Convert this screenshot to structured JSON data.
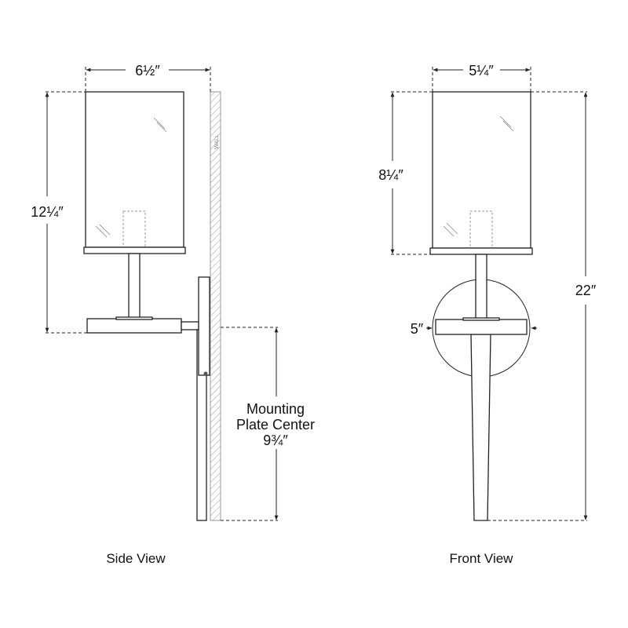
{
  "side_view": {
    "label": "Side View",
    "width_dim": "6½″",
    "height_dim": "12¼″",
    "wall_label": "WALL",
    "mount_line1": "Mounting",
    "mount_line2": "Plate Center",
    "mount_dim": "9¾″"
  },
  "front_view": {
    "label": "Front View",
    "width_dim": "5¼″",
    "shade_height_dim": "8¼″",
    "plate_dim": "5″",
    "overall_height_dim": "22″"
  }
}
